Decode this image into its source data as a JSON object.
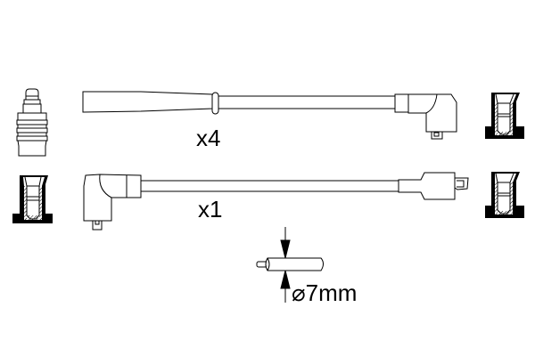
{
  "diagram": {
    "type": "ignition cable set technical drawing",
    "colors": {
      "stroke": "#000000",
      "background": "#ffffff",
      "fill": "#000000"
    },
    "components": [
      {
        "id": "spark-plug",
        "label": "spark plug"
      },
      {
        "id": "plug-boot-left",
        "label": "spark plug boot (cross-section)"
      },
      {
        "id": "cable-long",
        "label": "ignition cable with straight and angled connectors"
      },
      {
        "id": "cable-short",
        "label": "ignition cable with angled and coil connectors"
      },
      {
        "id": "boot-right-top",
        "label": "connector boot (cross-section)"
      },
      {
        "id": "boot-right-bottom",
        "label": "connector boot (cross-section)"
      },
      {
        "id": "cable-diameter",
        "label": "cable cross-section with dimension arrows"
      }
    ],
    "labels": {
      "qty_long": "x4",
      "qty_short": "x1",
      "diameter": "⌀7mm"
    }
  }
}
